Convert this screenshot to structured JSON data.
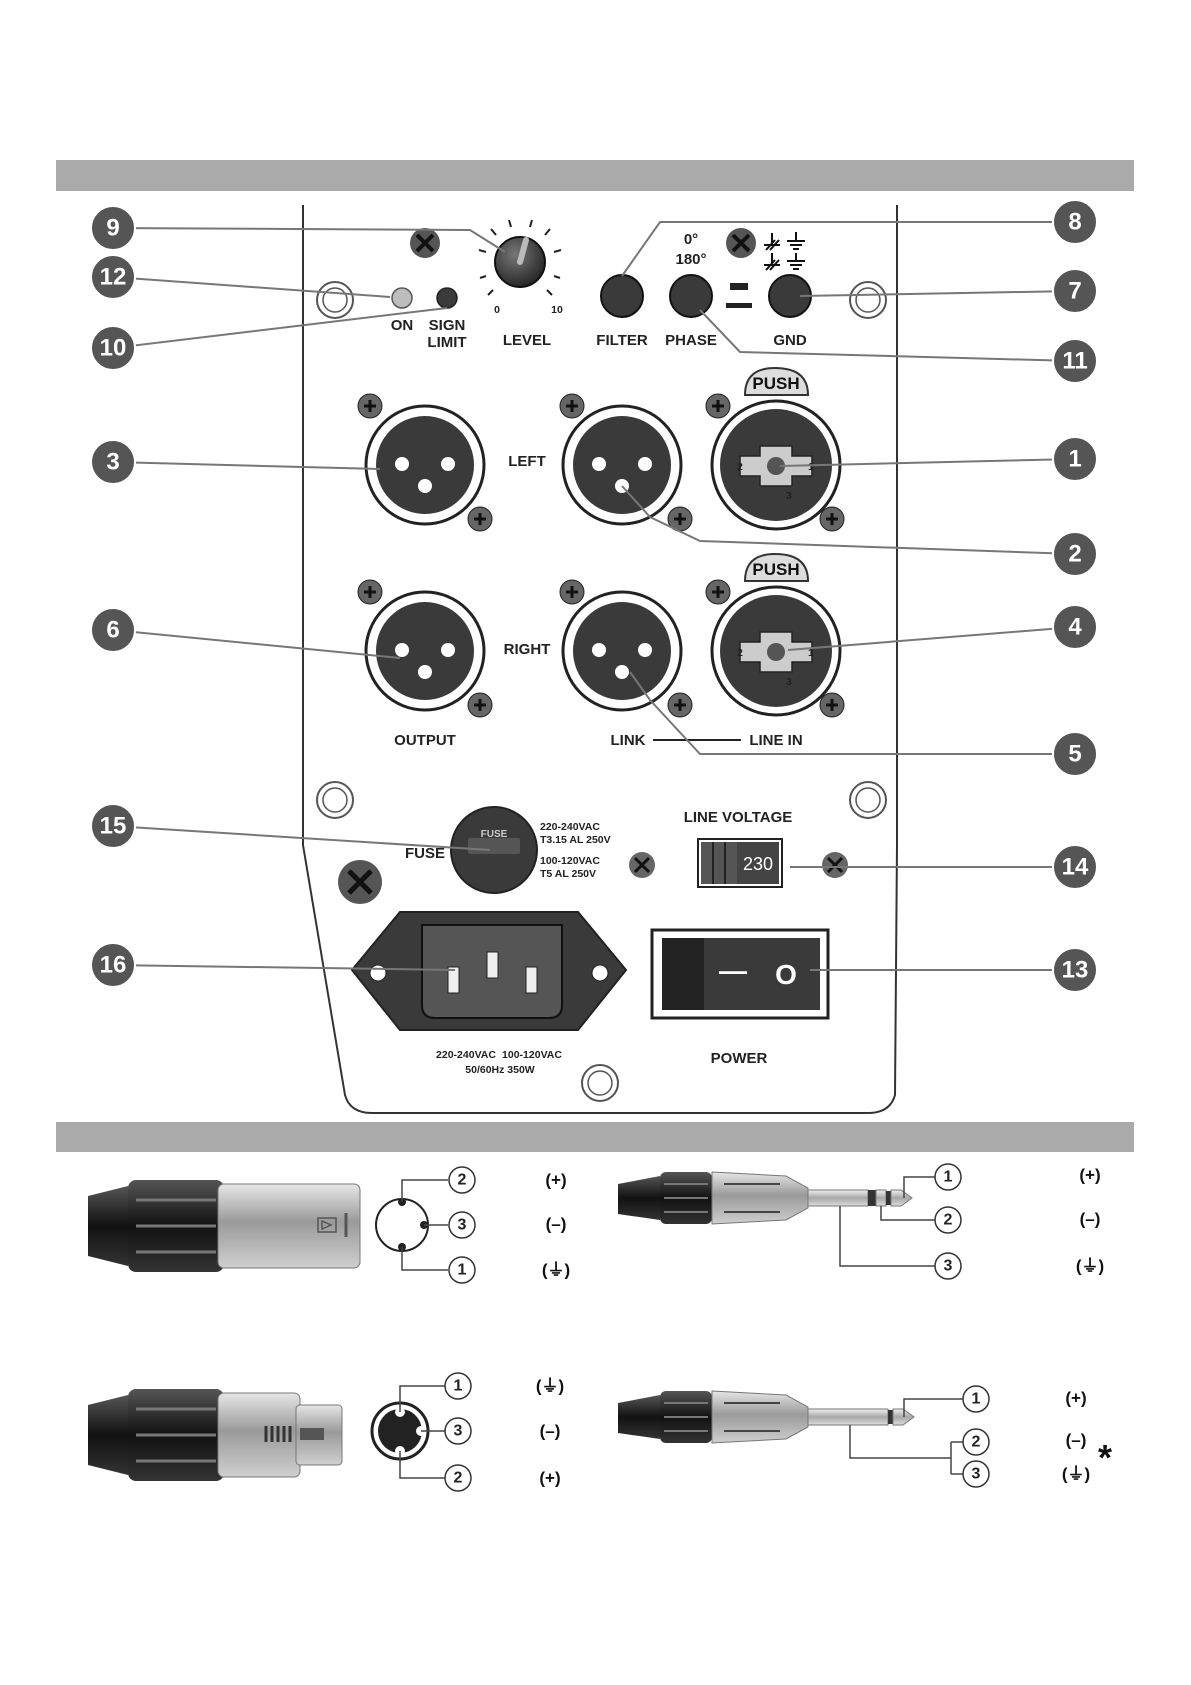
{
  "panel": {
    "level_label": "LEVEL",
    "level_min": "0",
    "level_max": "10",
    "on_label": "ON",
    "sign_limit_line1": "SIGN",
    "sign_limit_line2": "LIMIT",
    "phase_0": "0°",
    "phase_180": "180°",
    "filter_label": "FILTER",
    "phase_label": "PHASE",
    "gnd_label": "GND",
    "push_label": "PUSH",
    "left_label": "LEFT",
    "right_label": "RIGHT",
    "output_label": "OUTPUT",
    "link_label": "LINK",
    "line_in_label": "LINE IN",
    "line_voltage_label": "LINE VOLTAGE",
    "voltage_value": "230",
    "fuse_label": "FUSE",
    "fuse_cap_label": "FUSE",
    "fuse_spec_a1": "220-240VAC",
    "fuse_spec_a2": "T3.15 AL 250V",
    "fuse_spec_b1": "100-120VAC",
    "fuse_spec_b2": "T5 AL 250V",
    "mains_spec_a": "220-240VAC",
    "mains_spec_b": "100-120VAC",
    "mains_spec_c": "50/60Hz 350W",
    "power_label": "POWER",
    "switch_on_glyph": "—",
    "switch_off_glyph": "O",
    "xlr_pin_1": "1",
    "xlr_pin_2": "2",
    "xlr_pin_3": "3"
  },
  "callouts": [
    "1",
    "2",
    "3",
    "4",
    "5",
    "6",
    "7",
    "8",
    "9",
    "10",
    "11",
    "12",
    "13",
    "14",
    "15",
    "16"
  ],
  "wiring": {
    "pins": [
      "1",
      "2",
      "3"
    ],
    "plus": "(+)",
    "minus": "(–)",
    "ground": "(⏚)",
    "asterisk": "*"
  },
  "colors": {
    "band": "#aaaaaa",
    "callout": "#555555",
    "panel_fill": "#ffffff",
    "connector_dark": "#3a3a3a"
  }
}
